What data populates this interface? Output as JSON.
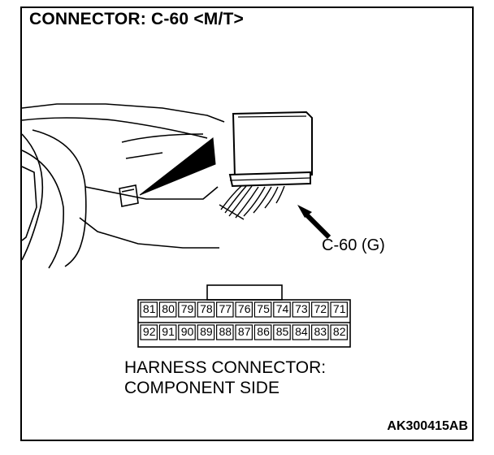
{
  "title": "CONNECTOR: C-60 <M/T>",
  "callout_label": "C-60 (G)",
  "caption": {
    "line1": "HARNESS CONNECTOR:",
    "line2": "COMPONENT SIDE"
  },
  "figure_id": "AK300415AB",
  "connector": {
    "top_row": [
      "81",
      "80",
      "79",
      "78",
      "77",
      "76",
      "75",
      "74",
      "73",
      "72",
      "71"
    ],
    "bottom_row": [
      "92",
      "91",
      "90",
      "89",
      "88",
      "87",
      "86",
      "85",
      "84",
      "83",
      "82"
    ]
  }
}
